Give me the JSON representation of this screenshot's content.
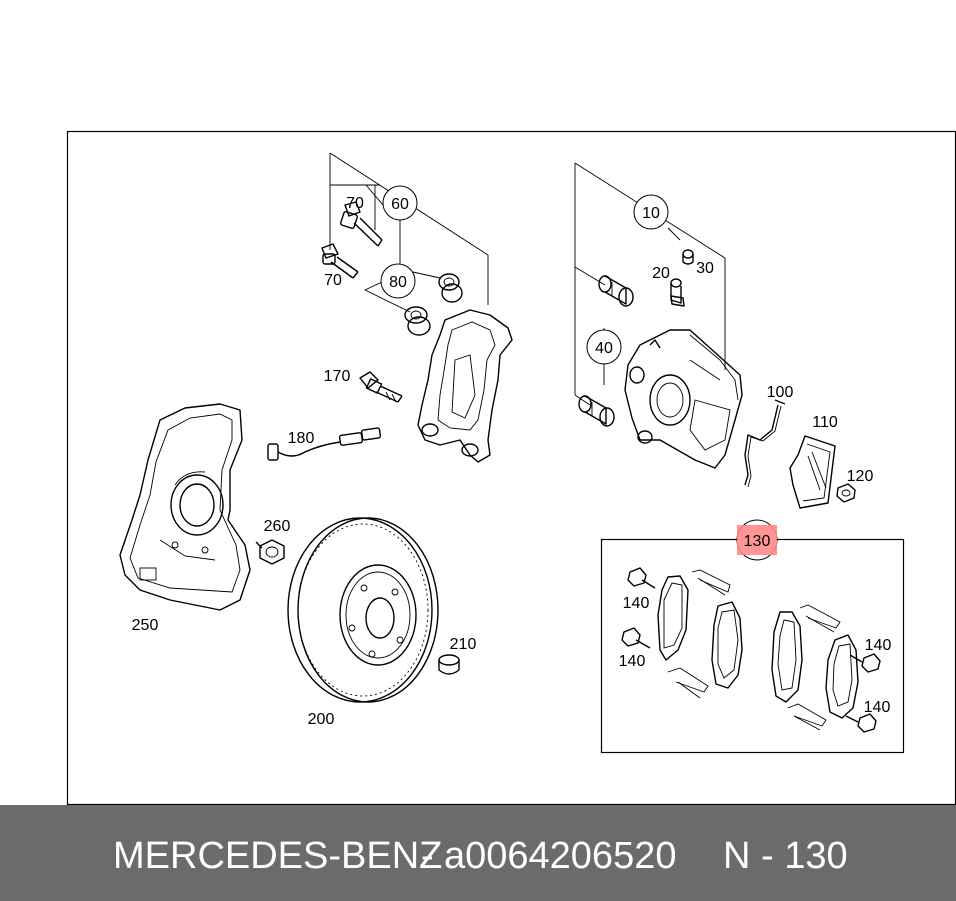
{
  "labels": {
    "l10": "10",
    "l20": "20",
    "l30": "30",
    "l40": "40",
    "l60": "60",
    "l70a": "70",
    "l70b": "70",
    "l80": "80",
    "l100": "100",
    "l110": "110",
    "l120": "120",
    "l130": "130",
    "l140a": "140",
    "l140b": "140",
    "l140c": "140",
    "l140d": "140",
    "l170": "170",
    "l180": "180",
    "l200": "200",
    "l210": "210",
    "l250": "250",
    "l260": "260"
  },
  "footer": {
    "brand": "MERCEDES-BENZ",
    "separator": "-",
    "part_number": "a0064206520",
    "position": "N - 130"
  },
  "colors": {
    "highlight": "#ff8a8a",
    "footer_bg": "#6b6b6b"
  }
}
